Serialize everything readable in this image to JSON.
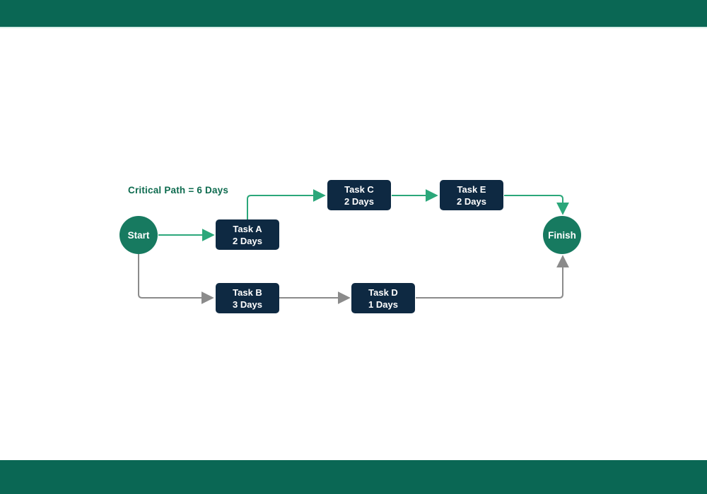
{
  "colors": {
    "frame_teal": "#0a6754",
    "canvas_white": "#ffffff",
    "node_circle_green": "#177a60",
    "task_box_navy": "#0e2942",
    "critical_edge_green": "#2ba77a",
    "normal_edge_gray": "#8b8b8b",
    "label_green": "#0e6b4f",
    "node_text_white": "#ffffff"
  },
  "diagram": {
    "type": "critical-path-network",
    "critical_path_label": "Critical Path = 6 Days",
    "critical_path_total_days": 6,
    "start": {
      "label": "Start"
    },
    "finish": {
      "label": "Finish"
    },
    "tasks": [
      {
        "id": "A",
        "line1": "Task A",
        "line2": "2 Days",
        "duration_days": 2,
        "on_critical_path": true
      },
      {
        "id": "B",
        "line1": "Task B",
        "line2": "3 Days",
        "duration_days": 3,
        "on_critical_path": false
      },
      {
        "id": "C",
        "line1": "Task C",
        "line2": "2 Days",
        "duration_days": 2,
        "on_critical_path": true
      },
      {
        "id": "D",
        "line1": "Task D",
        "line2": "1 Days",
        "duration_days": 1,
        "on_critical_path": false
      },
      {
        "id": "E",
        "line1": "Task E",
        "line2": "2 Days",
        "duration_days": 2,
        "on_critical_path": true
      }
    ],
    "edges": [
      {
        "from": "Start",
        "to": "Task A",
        "critical": true
      },
      {
        "from": "Task A",
        "to": "Task C",
        "critical": true
      },
      {
        "from": "Task C",
        "to": "Task E",
        "critical": true
      },
      {
        "from": "Task E",
        "to": "Finish",
        "critical": true
      },
      {
        "from": "Start",
        "to": "Task B",
        "critical": false
      },
      {
        "from": "Task B",
        "to": "Task D",
        "critical": false
      },
      {
        "from": "Task D",
        "to": "Finish",
        "critical": false
      }
    ]
  }
}
